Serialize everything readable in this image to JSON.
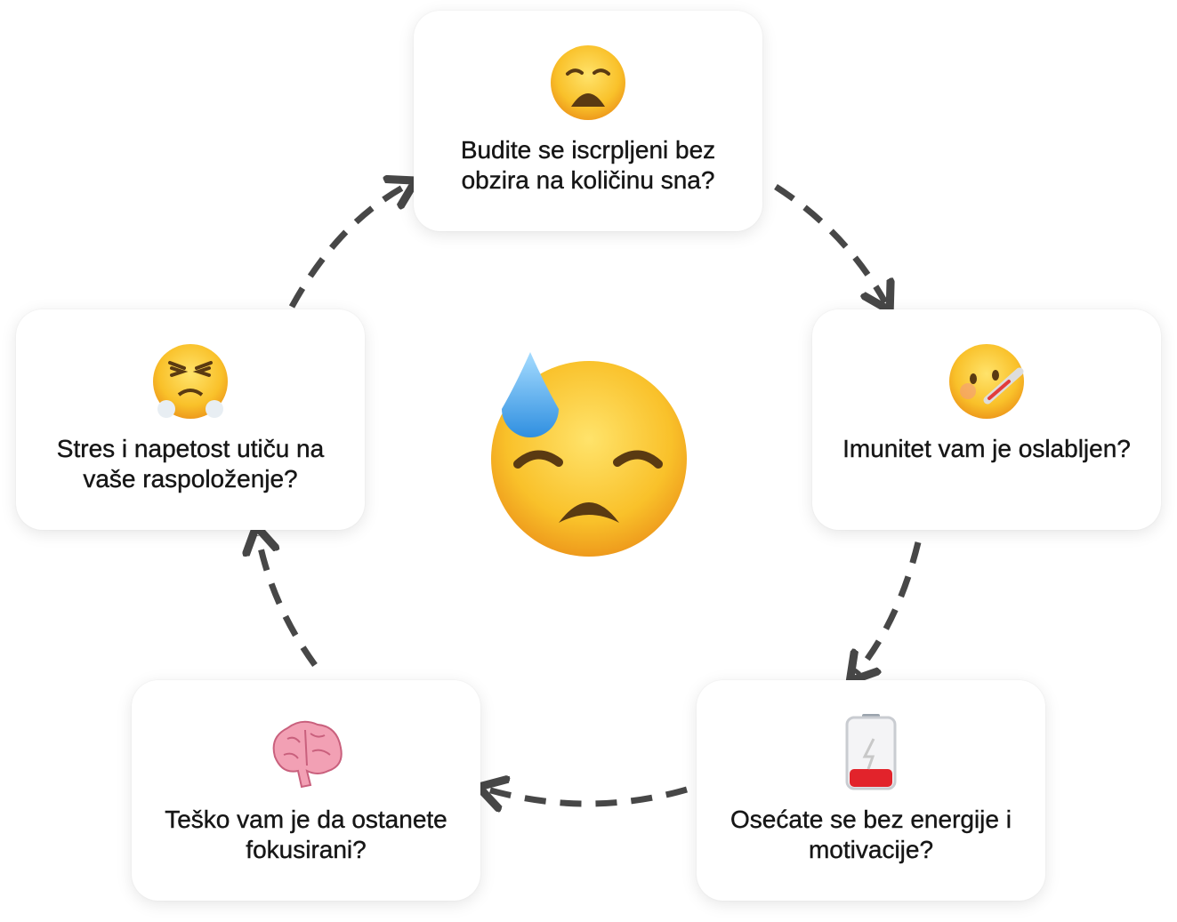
{
  "steps": [
    {
      "id": "exhausted",
      "icon": "weary-face-icon",
      "text": "Budite se iscrpljeni bez obzira na količinu sna?"
    },
    {
      "id": "immunity",
      "icon": "face-with-thermometer-icon",
      "text": "Imunitet vam je oslabljen?"
    },
    {
      "id": "energy",
      "icon": "low-battery-icon",
      "text": "Osećate se bez energije i motivacije?"
    },
    {
      "id": "focus",
      "icon": "brain-icon",
      "text": "Teško vam je da ostanete fokusirani?"
    },
    {
      "id": "stress",
      "icon": "face-with-steam-icon",
      "text": "Stres i napetost utiču na vaše raspoloženje?"
    }
  ],
  "center_icon": "downcast-face-with-sweat-icon",
  "colors": {
    "arrow": "#474747",
    "card": "#ffffff",
    "text": "#161616",
    "emoji": "#f7c22c"
  }
}
